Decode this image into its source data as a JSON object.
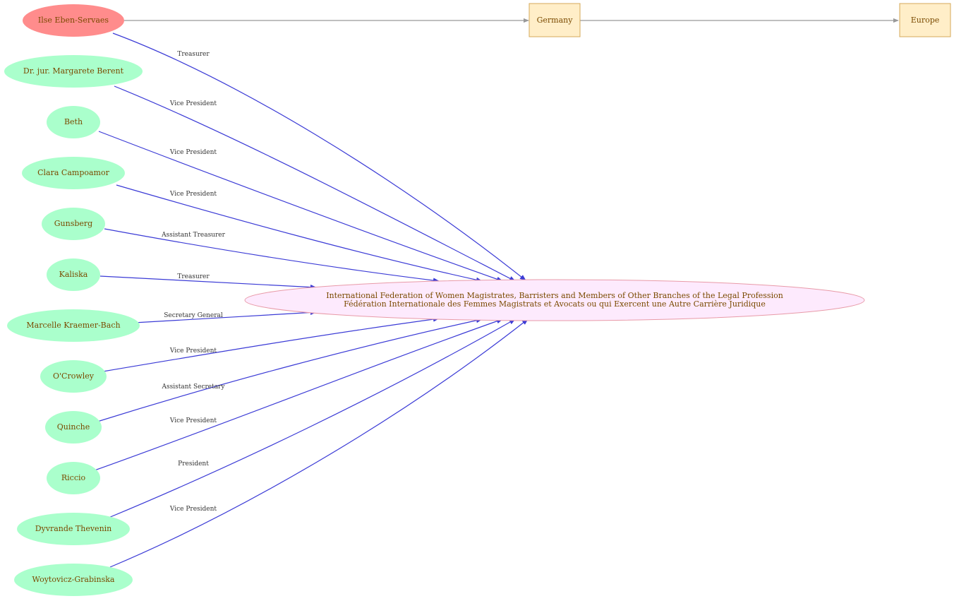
{
  "colors": {
    "highlight_person_fill": "#ff8c8c",
    "person_fill": "#aaffcc",
    "place_fill": "#ffeec8",
    "place_stroke": "#d4a85a",
    "org_fill": "#fdeafd",
    "org_stroke": "#e89aa8",
    "relation_edge": "#3b3bd6",
    "location_edge": "#999999",
    "label_text": "#7a4a00"
  },
  "places": [
    {
      "id": "germany",
      "label": "Germany"
    },
    {
      "id": "europe",
      "label": "Europe"
    }
  ],
  "organization": {
    "line1": "International Federation of Women Magistrates, Barristers and Members of Other Branches of the Legal Profession",
    "line2": "Fédération Internationale des Femmes Magistrats et Avocats ou qui Exercent une Autre Carrière Juridique"
  },
  "people": [
    {
      "id": "ilse-eben-servaes",
      "label": "Ilse Eben-Servaes",
      "role": "Treasurer",
      "highlighted": true
    },
    {
      "id": "margarete-berent",
      "label": "Dr. jur. Margarete Berent",
      "role": "Vice President"
    },
    {
      "id": "beth",
      "label": "Beth",
      "role": "Vice President"
    },
    {
      "id": "clara-campoamor",
      "label": "Clara Campoamor",
      "role": "Vice President"
    },
    {
      "id": "gunsberg",
      "label": "Gunsberg",
      "role": "Assistant Treasurer"
    },
    {
      "id": "kaliska",
      "label": "Kaliska",
      "role": "Treasurer"
    },
    {
      "id": "marcelle-kraemer-bach",
      "label": "Marcelle Kraemer-Bach",
      "role": "Secretary General"
    },
    {
      "id": "ocrowley",
      "label": "O'Crowley",
      "role": "Vice President"
    },
    {
      "id": "quinche",
      "label": "Quinche",
      "role": "Assistant Secretary"
    },
    {
      "id": "riccio",
      "label": "Riccio",
      "role": "Vice President"
    },
    {
      "id": "dyvrande-thevenin",
      "label": "Dyvrande Thevenin",
      "role": "President"
    },
    {
      "id": "woytovicz-grabinska",
      "label": "Woytovicz-Grabinska",
      "role": "Vice President"
    }
  ]
}
